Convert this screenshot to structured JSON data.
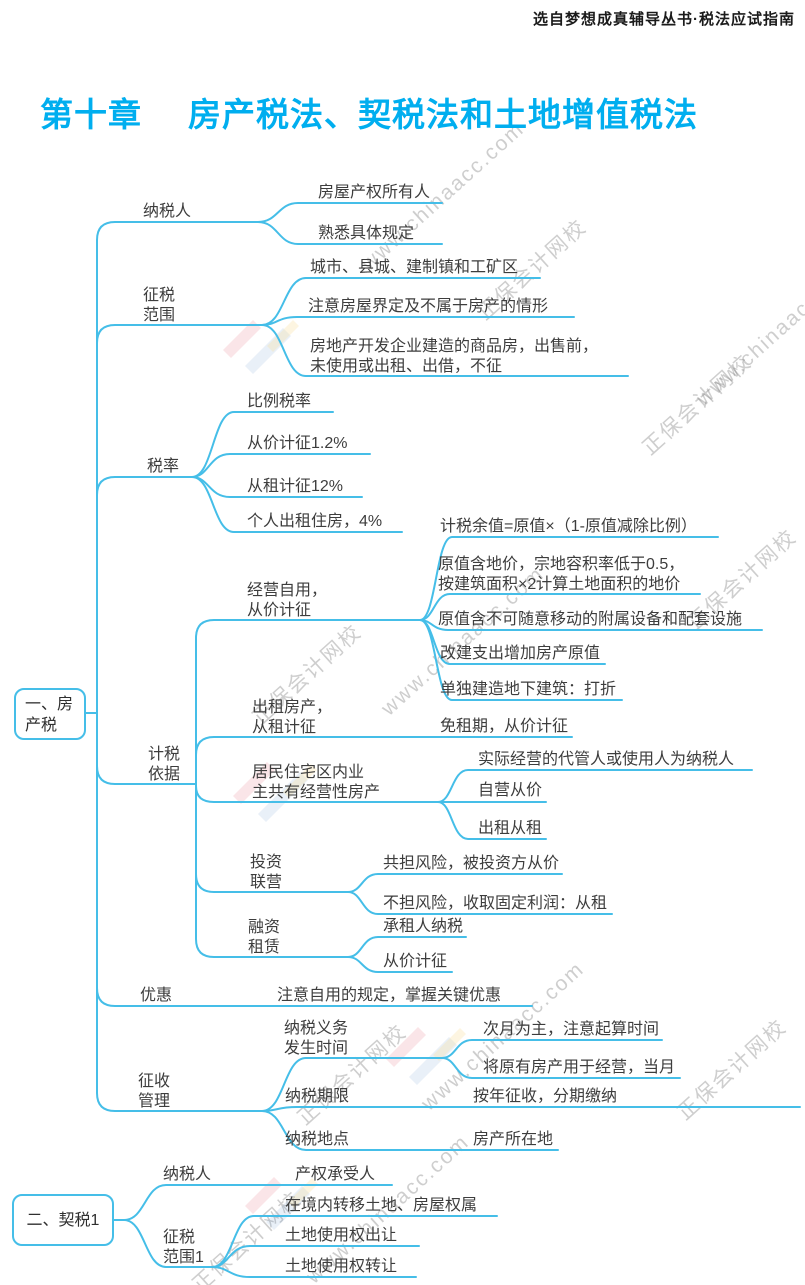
{
  "page": {
    "source_note": "选自梦想成真辅导丛书·税法应试指南",
    "chapter": "第十章",
    "title": "房产税法、契税法和土地增值税法"
  },
  "watermark": {
    "brand": "正保会计网校",
    "url": "www.chinaacc.com"
  },
  "colors": {
    "title_accent": "#00aeef",
    "connector_line": "#45bee8",
    "node_text": "#3d3d3d"
  },
  "map": {
    "root1": "一、房产税",
    "root2": "二、契税1",
    "n": {
      "taxpayer": "纳税人",
      "taxpayer_c1": "房屋产权所有人",
      "taxpayer_c2": "熟悉具体规定",
      "scope": "征税\n范围",
      "scope_c1": "城市、县城、建制镇和工矿区",
      "scope_c2": "注意房屋界定及不属于房产的情形",
      "scope_c3": "房地产开发企业建造的商品房，出售前，\n未使用或出租、出借，不征",
      "rate": "税率",
      "rate_c1": "比例税率",
      "rate_c2": "从价计征1.2%",
      "rate_c3": "从租计征12%",
      "rate_c4": "个人出租住房，4%",
      "basis": "计税\n依据",
      "basis_own": "经营自用，\n从价计征",
      "own_c1": "计税余值=原值×（1-原值减除比例）",
      "own_c2": "原值含地价，宗地容积率低于0.5，\n按建筑面积×2计算土地面积的地价",
      "own_c3": "原值含不可随意移动的附属设备和配套设施",
      "own_c4": "改建支出增加房产原值",
      "own_c5": "单独建造地下建筑：打折",
      "basis_rent": "出租房产，\n从租计征",
      "rent_c1": "免租期，从价计征",
      "basis_resident": "居民住宅区内业\n主共有经营性房产",
      "resident_c1": "实际经营的代管人或使用人为纳税人",
      "resident_c2": "自营从价",
      "resident_c3": "出租从租",
      "basis_invest": "投资\n联营",
      "invest_c1": "共担风险，被投资方从价",
      "invest_c2": "不担风险，收取固定利润：从租",
      "basis_lease": "融资\n租赁",
      "lease_c1": "承租人纳税",
      "lease_c2": "从价计征",
      "pref": "优惠",
      "pref_c1": "注意自用的规定，掌握关键优惠",
      "admin": "征收\n管理",
      "admin_time": "纳税义务\n发生时间",
      "time_c1": "次月为主，注意起算时间",
      "time_c2": "将原有房产用于经营，当月",
      "admin_term": "纳税期限",
      "term_c1": "按年征收，分期缴纳",
      "admin_place": "纳税地点",
      "place_c1": "房产所在地",
      "d_taxpayer": "纳税人",
      "d_taxpayer_c1": "产权承受人",
      "d_scope": "征税\n范围1",
      "d_scope_c1": "在境内转移土地、房屋权属",
      "d_scope_c2": "土地使用权出让",
      "d_scope_c3": "土地使用权转让"
    }
  }
}
